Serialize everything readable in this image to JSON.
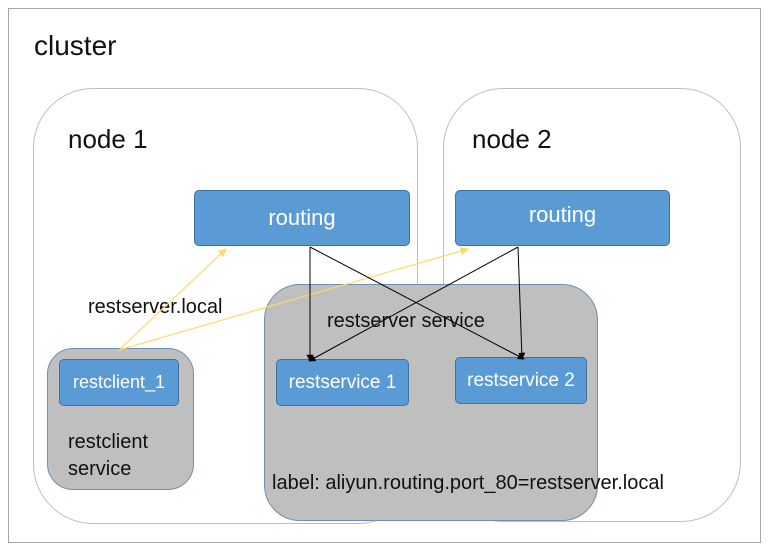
{
  "cluster": {
    "label": "cluster"
  },
  "node1": {
    "label": "node 1",
    "routing_label": "routing"
  },
  "node2": {
    "label": "node 2",
    "routing_label": "routing"
  },
  "restclient_service": {
    "instance_label": "restclient_1",
    "service_label_line1": "restclient",
    "service_label_line2": "service"
  },
  "restserver_service": {
    "service_label": "restserver service",
    "instance1_label": "restservice 1",
    "instance2_label": "restservice 2",
    "service_label_bottom": "label: aliyun.routing.port_80=restserver.local"
  },
  "edges": {
    "dns_label": "restserver.local"
  },
  "colors": {
    "service_box": "#5b9bd5",
    "service_group": "#bfbfbf",
    "dns_arrow": "#ffd966",
    "route_arrow": "#000000",
    "border": "#a6a6a6"
  }
}
